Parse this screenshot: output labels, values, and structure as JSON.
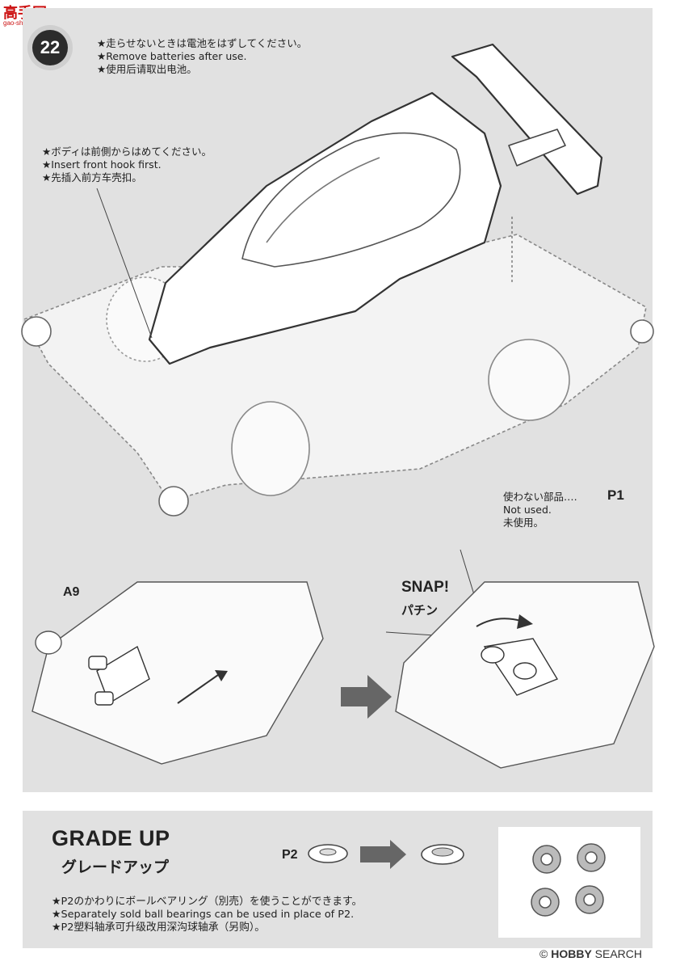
{
  "site_logo": {
    "text": "高手网",
    "url_text": "gao-shou.com"
  },
  "step": {
    "number": "22"
  },
  "battery_note": {
    "jp": "★走らせないときは電池をはずしてください。",
    "en": "★Remove batteries after use.",
    "cn": "★使用后请取出电池。"
  },
  "hook_note": {
    "jp": "★ボディは前側からはめてください。",
    "en": "★Insert front hook first.",
    "cn": "★先插入前方车壳扣。"
  },
  "unused_parts": {
    "jp": "使わない部品‥‥",
    "code": "P1",
    "en": "Not used.",
    "cn": "未使用。"
  },
  "part_label": "A9",
  "snap": {
    "en": "SNAP!",
    "jp": "パチン"
  },
  "grade_up": {
    "title": "GRADE UP",
    "subtitle": "グレードアップ",
    "part": "P2",
    "notes": {
      "jp": "★P2のかわりにボールベアリング（別売）を使うことができます。",
      "en": "★Separately sold ball bearings can be used in place of P2.",
      "cn": "★P2塑料轴承可升级改用深沟球轴承（另购）。"
    }
  },
  "watermark": {
    "brand": "HOBBY",
    "suffix": "SEARCH",
    "copyright": "©"
  },
  "icons": [
    "step-badge",
    "arrow-right-icon",
    "rotate-arrow-icon",
    "bearing-icon"
  ],
  "colors": {
    "panel": "#e1e1e1",
    "ink": "#222222",
    "badge": "#2c2c2c",
    "arrow": "#555555"
  }
}
